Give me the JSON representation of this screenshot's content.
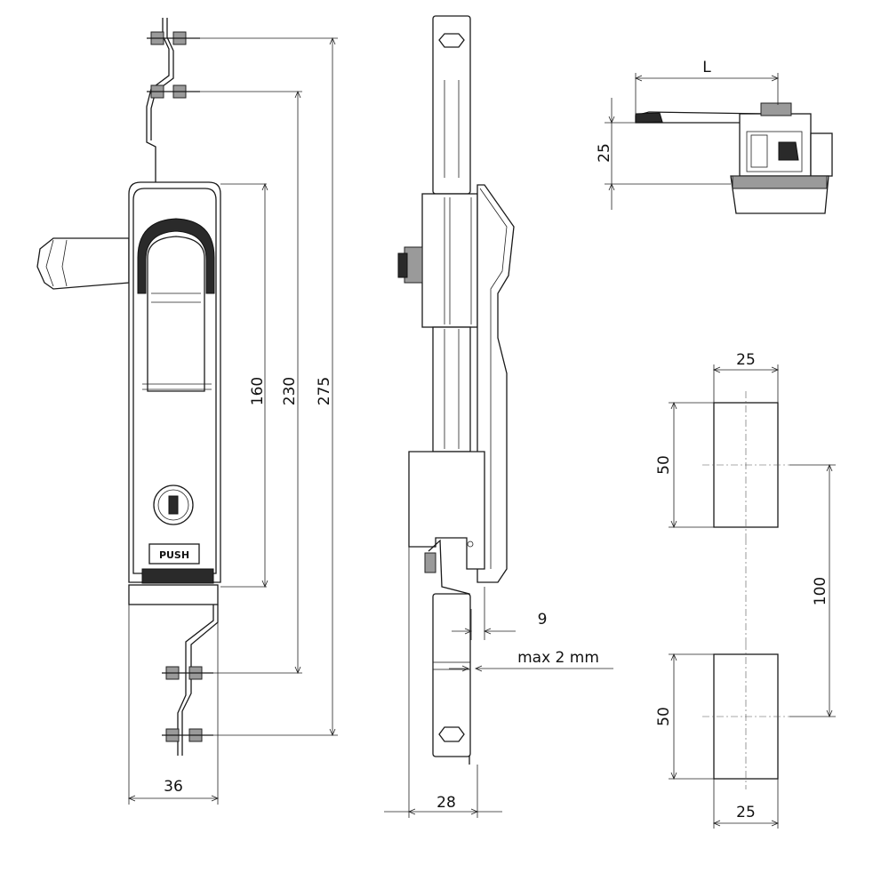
{
  "dimensions": {
    "h160": "160",
    "h230": "230",
    "h275": "275",
    "w36": "36",
    "w28": "28",
    "d9": "9",
    "max2": "max 2 mm",
    "L": "L",
    "h25": "25",
    "cut_w_top": "25",
    "cut_h_top": "50",
    "cut_spacing": "100",
    "cut_h_bottom": "50",
    "cut_w_bottom": "25"
  },
  "handle": {
    "push_label": "PUSH"
  }
}
